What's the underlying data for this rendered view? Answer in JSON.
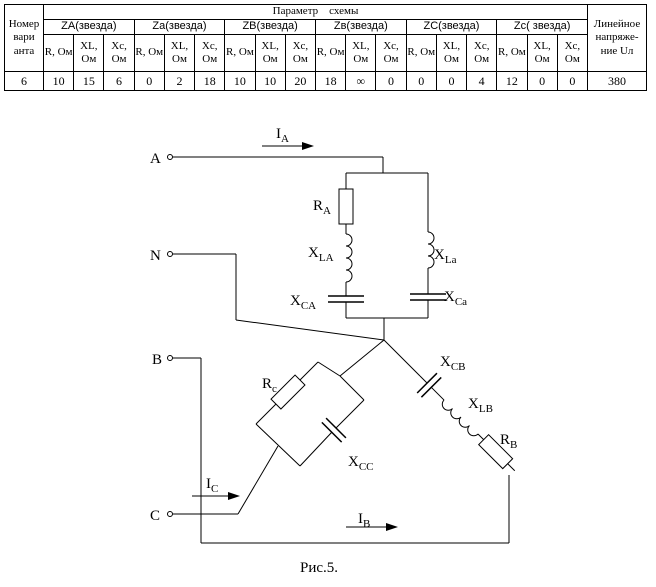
{
  "table": {
    "col_number": "Номер вари анта",
    "col_params": "Параметр    схемы",
    "col_voltage": "Линейное напряже-ние Uл",
    "groups": [
      "ZA(звезда)",
      "Za(звезда)",
      "ZB(звезда)",
      "Zв(звезда)",
      "ZC(звезда)",
      "Zc( звезда)"
    ],
    "sub_r": "R, Ом",
    "sub_xl": "XL, Ом",
    "sub_xc": "Xc, Ом",
    "row": {
      "variant": "6",
      "values": [
        "10",
        "15",
        "6",
        "0",
        "2",
        "18",
        "10",
        "10",
        "20",
        "18",
        "∞",
        "0",
        "0",
        "0",
        "4",
        "12",
        "0",
        "0"
      ],
      "voltage": "380"
    }
  },
  "circuit": {
    "terminals": {
      "a": "A",
      "n": "N",
      "b": "B",
      "c": "C"
    },
    "currents": {
      "ia": "I",
      "ia_sub": "A",
      "ib": "I",
      "ib_sub": "B",
      "ic": "I",
      "ic_sub": "C"
    },
    "components": {
      "ra": "R",
      "ra_sub": "A",
      "xla": "X",
      "xla_sub": "LA",
      "xca": "X",
      "xca_sub": "CA",
      "xla2": "X",
      "xla2_sub": "La",
      "xca2": "X",
      "xca2_sub": "Ca",
      "rc": "R",
      "rc_sub": "c",
      "xcc": "X",
      "xcc_sub": "CC",
      "xcb": "X",
      "xcb_sub": "CB",
      "xlb": "X",
      "xlb_sub": "LB",
      "rb": "R",
      "rb_sub": "B"
    }
  },
  "caption": "Рис.5."
}
